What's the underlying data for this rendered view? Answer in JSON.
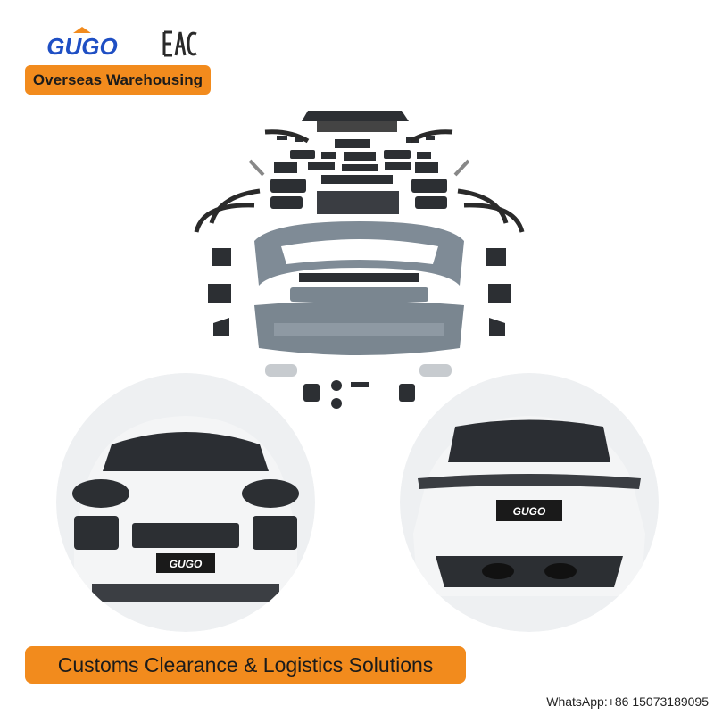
{
  "brand": {
    "logo_text": "GUGO",
    "cert_mark": "EAC",
    "primary_color": "#1f4fc4",
    "accent_color": "#f28b1d"
  },
  "banner_top": {
    "label": "Overseas Warehousing"
  },
  "product": {
    "image": "body-kit-parts-icon",
    "views": [
      {
        "name": "front-view",
        "plate_text": "GUGO"
      },
      {
        "name": "rear-view",
        "plate_text": "GUGO"
      }
    ]
  },
  "banner_bottom": {
    "label": "Customs Clearance & Logistics Solutions"
  },
  "contact": {
    "label": "WhatsApp:+86 15073189095"
  }
}
